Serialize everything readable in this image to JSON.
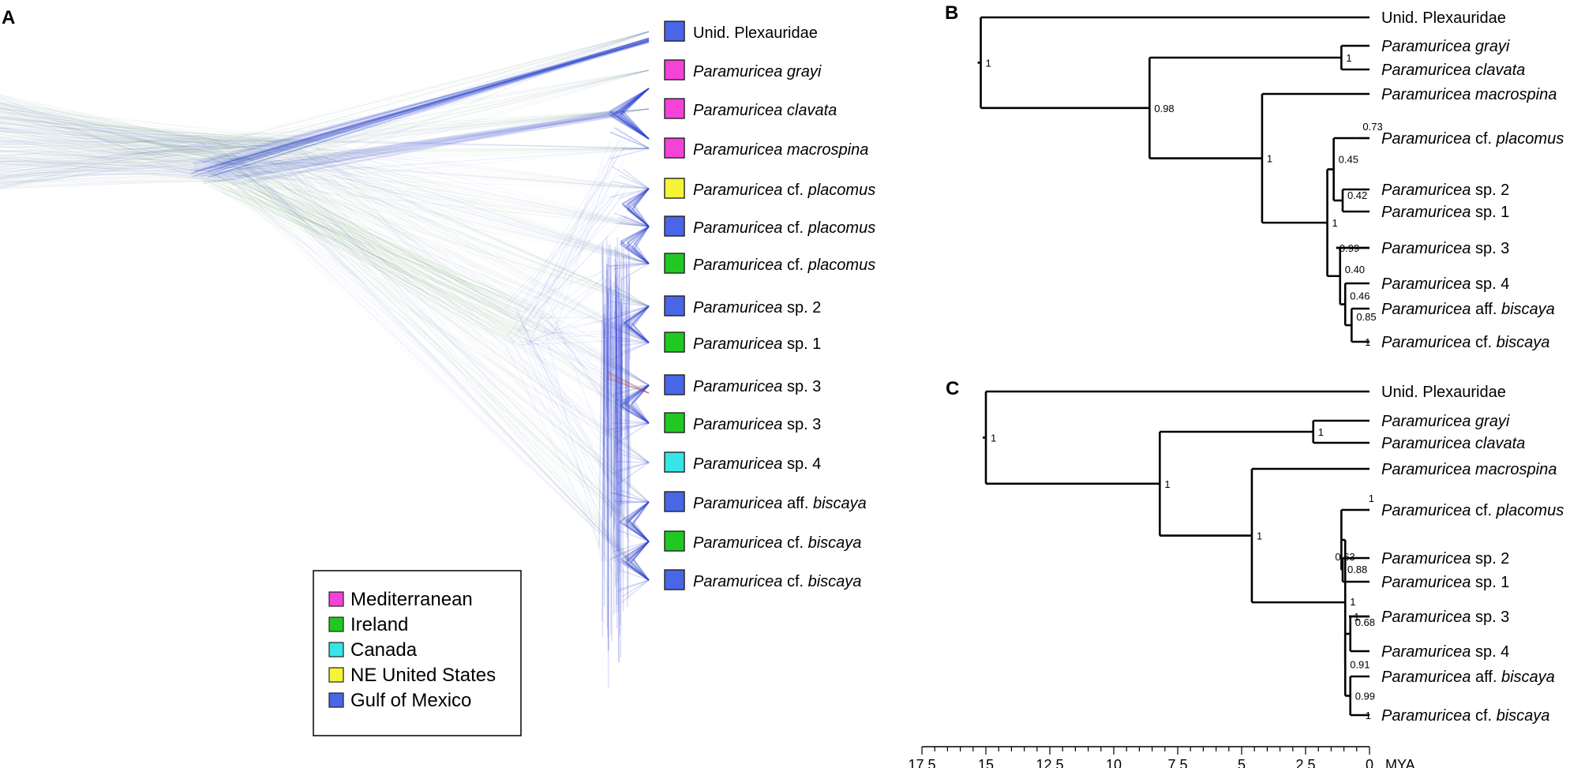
{
  "panels": {
    "a": "A",
    "b": "B",
    "c": "C"
  },
  "colors": {
    "mediterranean": "#f542d7",
    "ireland": "#22c822",
    "canada": "#36e6e6",
    "ne_us": "#f5f536",
    "gulf": "#4866e6",
    "tree_blue": "#2a3fd0",
    "tree_green": "#4a8a4a"
  },
  "taxa_a": [
    {
      "genus": "",
      "rest": "Unid. Plexauridae",
      "region": "gulf"
    },
    {
      "genus": "Paramuricea grayi",
      "rest": "",
      "region": "mediterranean"
    },
    {
      "genus": "Paramuricea clavata",
      "rest": "",
      "region": "mediterranean"
    },
    {
      "genus": "Paramuricea macrospina",
      "rest": "",
      "region": "mediterranean"
    },
    {
      "genus": "Paramuricea",
      "rest": "cf.",
      "ep": "placomus",
      "region": "ne_us"
    },
    {
      "genus": "Paramuricea",
      "rest": "cf.",
      "ep": "placomus",
      "region": "gulf"
    },
    {
      "genus": "Paramuricea",
      "rest": "cf.",
      "ep": "placomus",
      "region": "ireland"
    },
    {
      "genus": "Paramuricea",
      "rest": "sp. 2",
      "region": "gulf"
    },
    {
      "genus": "Paramuricea",
      "rest": "sp. 1",
      "region": "ireland"
    },
    {
      "genus": "Paramuricea",
      "rest": "sp. 3",
      "region": "gulf"
    },
    {
      "genus": "Paramuricea",
      "rest": "sp. 3",
      "region": "ireland"
    },
    {
      "genus": "Paramuricea",
      "rest": "sp. 4",
      "region": "canada"
    },
    {
      "genus": "Paramuricea",
      "rest": "aff.",
      "ep": "biscaya",
      "region": "gulf"
    },
    {
      "genus": "Paramuricea",
      "rest": "cf.",
      "ep": "biscaya",
      "region": "ireland"
    },
    {
      "genus": "Paramuricea",
      "rest": "cf.",
      "ep": "biscaya",
      "region": "gulf"
    }
  ],
  "legend": [
    {
      "label": "Mediterranean",
      "region": "mediterranean"
    },
    {
      "label": "Ireland",
      "region": "ireland"
    },
    {
      "label": "Canada",
      "region": "canada"
    },
    {
      "label": "NE United States",
      "region": "ne_us"
    },
    {
      "label": "Gulf of Mexico",
      "region": "gulf"
    }
  ],
  "taxa_bc": [
    {
      "genus": "",
      "rest": "Unid. Plexauridae"
    },
    {
      "genus": "Paramuricea grayi",
      "rest": ""
    },
    {
      "genus": "Paramuricea clavata",
      "rest": ""
    },
    {
      "genus": "Paramuricea macrospina",
      "rest": ""
    },
    {
      "genus": "Paramuricea",
      "rest": "cf.",
      "ep": "placomus"
    },
    {
      "genus": "Paramuricea",
      "rest": "sp. 2"
    },
    {
      "genus": "Paramuricea",
      "rest": "sp. 1"
    },
    {
      "genus": "Paramuricea",
      "rest": "sp. 3"
    },
    {
      "genus": "Paramuricea",
      "rest": "sp. 4"
    },
    {
      "genus": "Paramuricea",
      "rest": "aff.",
      "ep": "biscaya"
    },
    {
      "genus": "Paramuricea",
      "rest": "cf.",
      "ep": "biscaya"
    }
  ],
  "tree_b": {
    "root": {
      "age": 15.2,
      "support": "1"
    },
    "nodes": [
      {
        "id": "grayi_clav",
        "age": 1.1,
        "support": "1",
        "children": [
          1,
          2
        ]
      },
      {
        "id": "macro_rest",
        "age": 8.6,
        "support": "0.98"
      },
      {
        "id": "core",
        "age": 4.2,
        "support": "1"
      },
      {
        "id": "placomus_cl",
        "age": 0.45,
        "support": "0.73"
      },
      {
        "id": "placomus_in",
        "age": 0.35,
        "support": "1"
      },
      {
        "id": "sp2_sp1_a",
        "age": 1.4,
        "support": "0.45"
      },
      {
        "id": "sp2_sp1",
        "age": 1.05,
        "support": "0.42"
      },
      {
        "id": "big",
        "age": 1.65,
        "support": "1"
      },
      {
        "id": "sp3",
        "age": 1.3,
        "support": "0.99"
      },
      {
        "id": "sp4grp",
        "age": 1.15,
        "support": "0.40"
      },
      {
        "id": "bisc_a",
        "age": 0.95,
        "support": "0.46"
      },
      {
        "id": "bisc_b",
        "age": 0.7,
        "support": "0.85"
      },
      {
        "id": "bisc_c",
        "age": 0.12,
        "support": "1"
      }
    ]
  },
  "tree_c": {
    "root": {
      "age": 15.0,
      "support": "1"
    },
    "nodes": [
      {
        "id": "grayi_clav",
        "age": 2.2,
        "support": "1"
      },
      {
        "id": "macro_rest",
        "age": 8.2,
        "support": "1"
      },
      {
        "id": "core",
        "age": 4.6,
        "support": "1"
      },
      {
        "id": "placomus",
        "age": 0.1,
        "support": "1"
      },
      {
        "id": "placomus2",
        "age": 0.1,
        "support": "0.88"
      },
      {
        "id": "plac_sp",
        "age": 1.1,
        "support": "0.63"
      },
      {
        "id": "sp2_sp1",
        "age": 1.05,
        "support": "0.88"
      },
      {
        "id": "big",
        "age": 0.95,
        "support": "1"
      },
      {
        "id": "sp3",
        "age": 0.8,
        "support": "1"
      },
      {
        "id": "sp4",
        "age": 0.75,
        "support": "0.68"
      },
      {
        "id": "sp3_4",
        "age": 0.95,
        "support": "0.91"
      },
      {
        "id": "bisc_a",
        "age": 0.75,
        "support": "0.99"
      },
      {
        "id": "bisc_b",
        "age": 0.1,
        "support": "1"
      }
    ]
  },
  "axis": {
    "ticks": [
      "17.5",
      "15",
      "12.5",
      "10",
      "7.5",
      "5",
      "2.5",
      "0"
    ],
    "tick_values": [
      17.5,
      15,
      12.5,
      10,
      7.5,
      5,
      2.5,
      0
    ],
    "unit": "MYA"
  }
}
